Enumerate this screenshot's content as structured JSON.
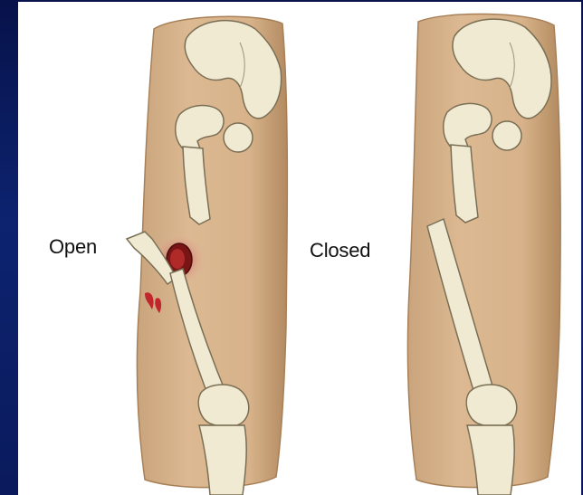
{
  "labels": {
    "open": "Open",
    "closed": "Closed"
  },
  "colors": {
    "background": "#0a1a5c",
    "panel": "#ffffff",
    "skin": "#d9b58e",
    "skin_shadow": "#b89067",
    "bone": "#f1ead2",
    "bone_outline": "#7a6f55",
    "wound": "#8e1b1b",
    "blood": "#c0262b"
  },
  "figures": [
    {
      "name": "open-fracture-leg",
      "fracture_type": "open"
    },
    {
      "name": "closed-fracture-leg",
      "fracture_type": "closed"
    }
  ]
}
